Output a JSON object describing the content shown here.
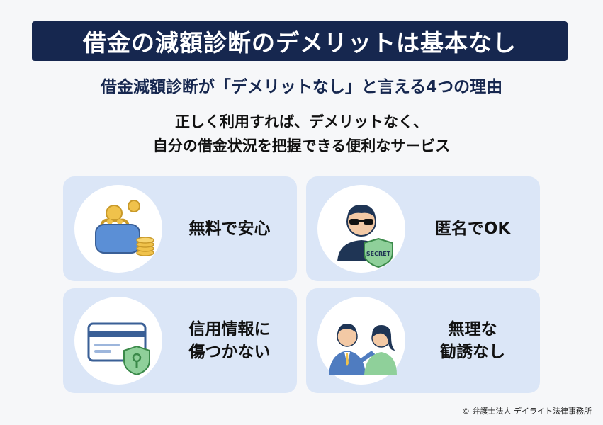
{
  "title": "借金の減額診断のデメリットは基本なし",
  "subtitle": "借金減額診断が「デメリットなし」と言える4つの理由",
  "lead": {
    "line1": "正しく利用すれば、デメリットなく、",
    "line2": "自分の借金状況を把握できる便利なサービス"
  },
  "cards": [
    {
      "icon": "coin-purse-icon",
      "lines": [
        "無料で安心"
      ]
    },
    {
      "icon": "anonymous-person-shield-icon",
      "lines": [
        "匿名でOK"
      ],
      "shield_text": "SECRET"
    },
    {
      "icon": "credit-card-lock-icon",
      "lines": [
        "信用情報に",
        "傷つかない"
      ]
    },
    {
      "icon": "consultation-people-icon",
      "lines": [
        "無理な",
        "勧誘なし"
      ]
    }
  ],
  "copyright": "© 弁護士法人 デイライト法律事務所",
  "colors": {
    "navy": "#16274f",
    "card_bg": "#dbe6f7",
    "blue": "#5b8fd6",
    "gold": "#f0c24b",
    "green": "#6fbf6a"
  }
}
